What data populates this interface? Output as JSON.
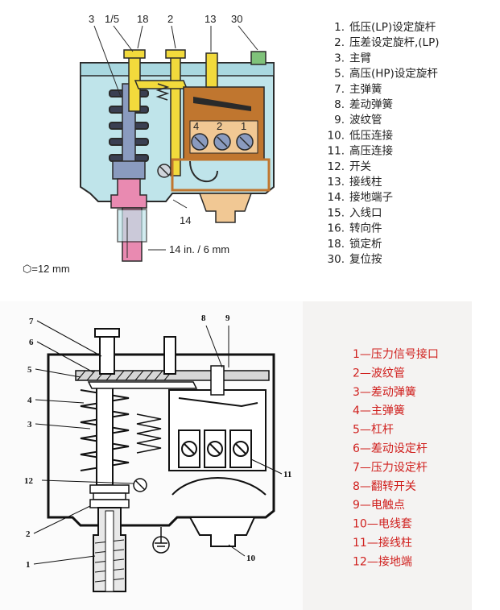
{
  "top": {
    "callouts": [
      "3",
      "1/5",
      "18",
      "2",
      "13",
      "30"
    ],
    "terminals": [
      "4",
      "2",
      "1"
    ],
    "label_14": "14",
    "label_size": "14 in. / 6 mm",
    "label_hex": "⬡=12 mm",
    "legend": [
      {
        "num": "1.",
        "text": "低压(LP)设定旋杆"
      },
      {
        "num": "2.",
        "text": "压差设定旋杆,(LP)"
      },
      {
        "num": "3.",
        "text": "主臂"
      },
      {
        "num": "5.",
        "text": "高压(HP)设定旋杆"
      },
      {
        "num": "7.",
        "text": "主弹簧"
      },
      {
        "num": "8.",
        "text": "差动弹簧"
      },
      {
        "num": "9.",
        "text": "波纹管"
      },
      {
        "num": "10.",
        "text": "低压连接"
      },
      {
        "num": "11.",
        "text": "高压连接"
      },
      {
        "num": "12.",
        "text": "开关"
      },
      {
        "num": "13.",
        "text": "接线柱"
      },
      {
        "num": "14.",
        "text": "接地端子"
      },
      {
        "num": "15.",
        "text": "入线口"
      },
      {
        "num": "16.",
        "text": "转向件"
      },
      {
        "num": "18.",
        "text": "锁定析"
      },
      {
        "num": "30.",
        "text": "复位按"
      }
    ],
    "colors": {
      "housing": "#bfe4ea",
      "outline": "#2a2a2a",
      "yellow": "#f2da3c",
      "pink": "#e98ab1",
      "copper": "#c0762f",
      "slate": "#8a9bbf",
      "cream": "#f1c894",
      "green": "#7fc27a"
    }
  },
  "bottom": {
    "callouts": [
      "7",
      "6",
      "5",
      "4",
      "3",
      "12",
      "2",
      "1",
      "8",
      "9",
      "11",
      "10"
    ],
    "legend": [
      "1—压力信号接口",
      "2—波纹管",
      "3—差动弹簧",
      "4—主弹簧",
      "5—杠杆",
      "6—差动设定杆",
      "7—压力设定杆",
      "8—翻转开关",
      "9—电触点",
      "10—电线套",
      "11—接线柱",
      "12—接地端"
    ],
    "colors": {
      "legend_text": "#d0201e",
      "ink": "#111111",
      "legend_bg": "#f4f3f2"
    }
  }
}
